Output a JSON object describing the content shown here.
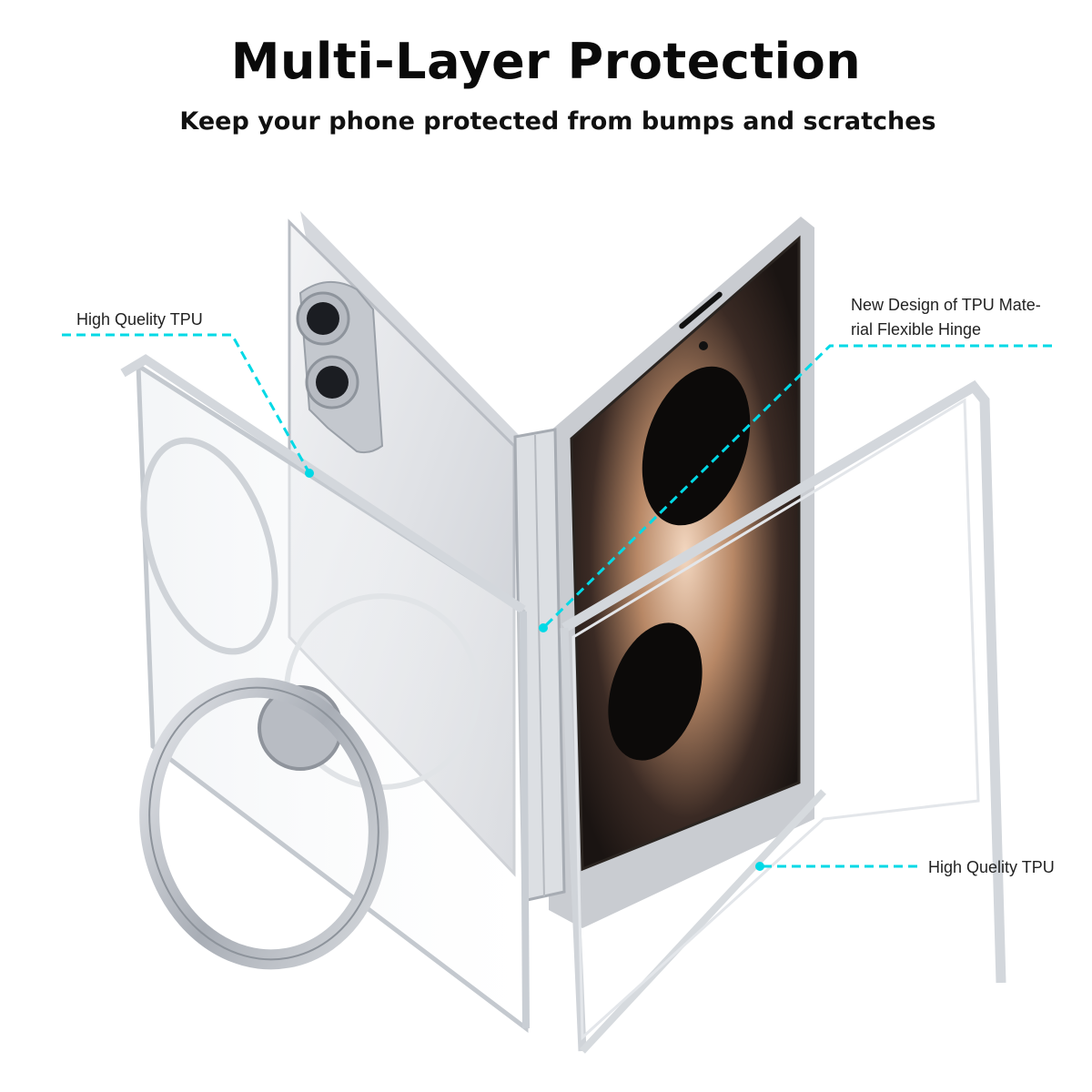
{
  "header": {
    "title": "Multi-Layer Protection",
    "subtitle": "Keep your phone protected from bumps and scratches"
  },
  "callouts": {
    "left_top": "High Quelity TPU",
    "right_top_line1": "New Design of TPU Mate-",
    "right_top_line2": "rial Flexible Hinge",
    "right_bottom": "High Quelity TPU"
  },
  "colors": {
    "accent_dashed": "#00d9e6",
    "text": "#111111",
    "background": "#ffffff"
  }
}
